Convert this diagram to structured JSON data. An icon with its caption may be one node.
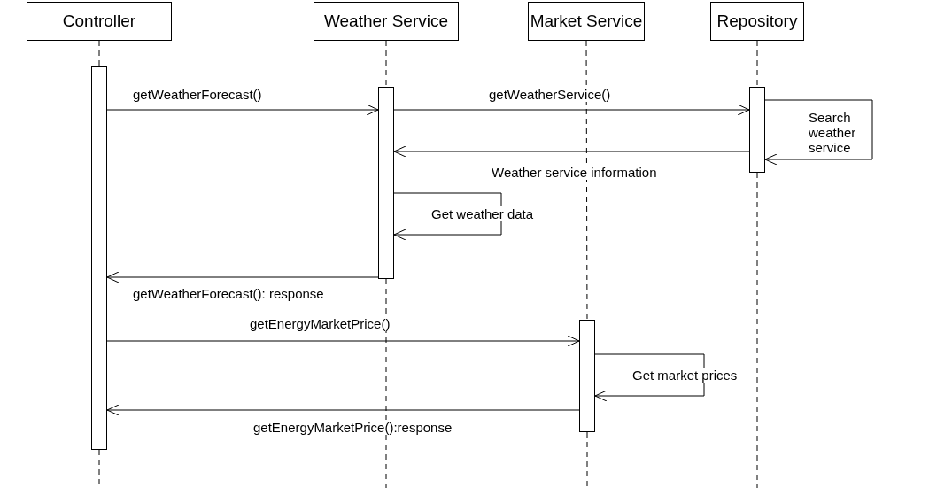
{
  "diagram": {
    "nodes": [
      {
        "text": [
          "Controller"
        ]
      },
      {
        "text": [
          "Weather Service"
        ]
      },
      {
        "text": [
          "Market Service"
        ]
      },
      {
        "text": [
          "Repository"
        ]
      },
      {
        "text": [],
        "shape": "bar"
      },
      {
        "text": [],
        "shape": "bar"
      },
      {
        "text": [],
        "shape": "bar"
      },
      {
        "text": [],
        "shape": "bar"
      }
    ],
    "edges": [
      {
        "from": 0,
        "to": 4,
        "arrow": "none",
        "style": "dashed"
      },
      {
        "from": 1,
        "to": 5,
        "arrow": "none",
        "style": "dashed"
      },
      {
        "from": 2,
        "to": 6,
        "arrow": "none",
        "style": "dashed"
      },
      {
        "from": 3,
        "to": 7,
        "arrow": "none",
        "style": "dashed"
      },
      {
        "from": 4,
        "to": 5,
        "arrow": "to",
        "label": "getWeatherForecast()"
      },
      {
        "from": 5,
        "to": 7,
        "arrow": "to",
        "label": "getWeatherService()"
      },
      {
        "from": 7,
        "to": 7,
        "arrow": "to",
        "label": "Search weather service"
      },
      {
        "from": 7,
        "to": 5,
        "arrow": "to",
        "label": "Weather service information"
      },
      {
        "from": 5,
        "to": 5,
        "arrow": "to",
        "label": "Get weather data"
      },
      {
        "from": 5,
        "to": 4,
        "arrow": "to",
        "label": "getWeatherForecast(): response"
      },
      {
        "from": 4,
        "to": 6,
        "arrow": "to",
        "label": "getEnergyMarketPrice()"
      },
      {
        "from": 6,
        "to": 6,
        "arrow": "to",
        "label": "Get market prices"
      },
      {
        "from": 6,
        "to": 4,
        "arrow": "to",
        "label": "getEnergyMarketPrice():response"
      }
    ]
  }
}
